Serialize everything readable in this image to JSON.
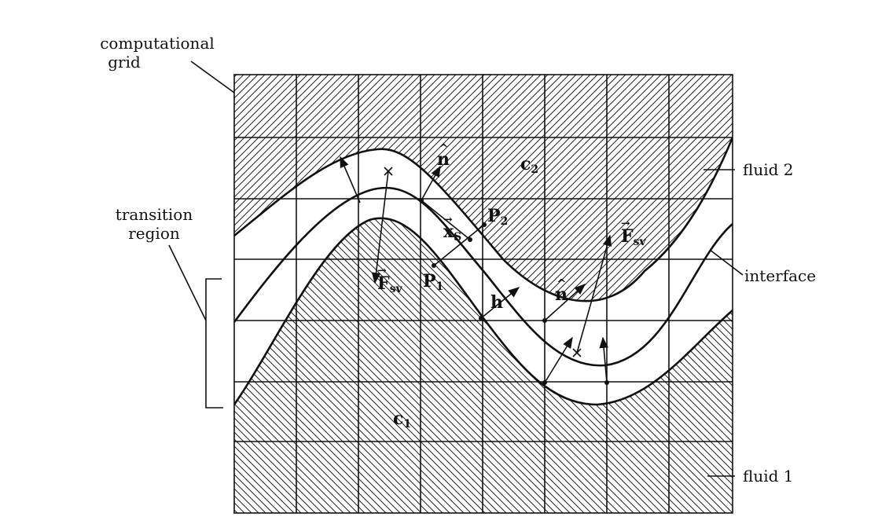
{
  "labels": {
    "computational_grid_line1": "computational",
    "computational_grid_line2": "grid",
    "transition_region_line1": "transition",
    "transition_region_line2": "region",
    "fluid_2": "fluid 2",
    "fluid_1": "fluid 1",
    "interface": "interface"
  },
  "symbols": {
    "normal_top": "n",
    "normal_mid": "n",
    "c2": "c",
    "c2_sub": "2",
    "c1": "c",
    "c1_sub": "1",
    "xs": "x",
    "xs_sub": "S",
    "p2": "P",
    "p2_sub": "2",
    "p1": "P",
    "p1_sub": "1",
    "h": "h",
    "fsv_right": "F",
    "fsv_right_sub": "sv",
    "fsv_left": "F",
    "fsv_left_sub": "sv"
  },
  "hat_glyph": "^",
  "vector_arrow_glyph": "→"
}
